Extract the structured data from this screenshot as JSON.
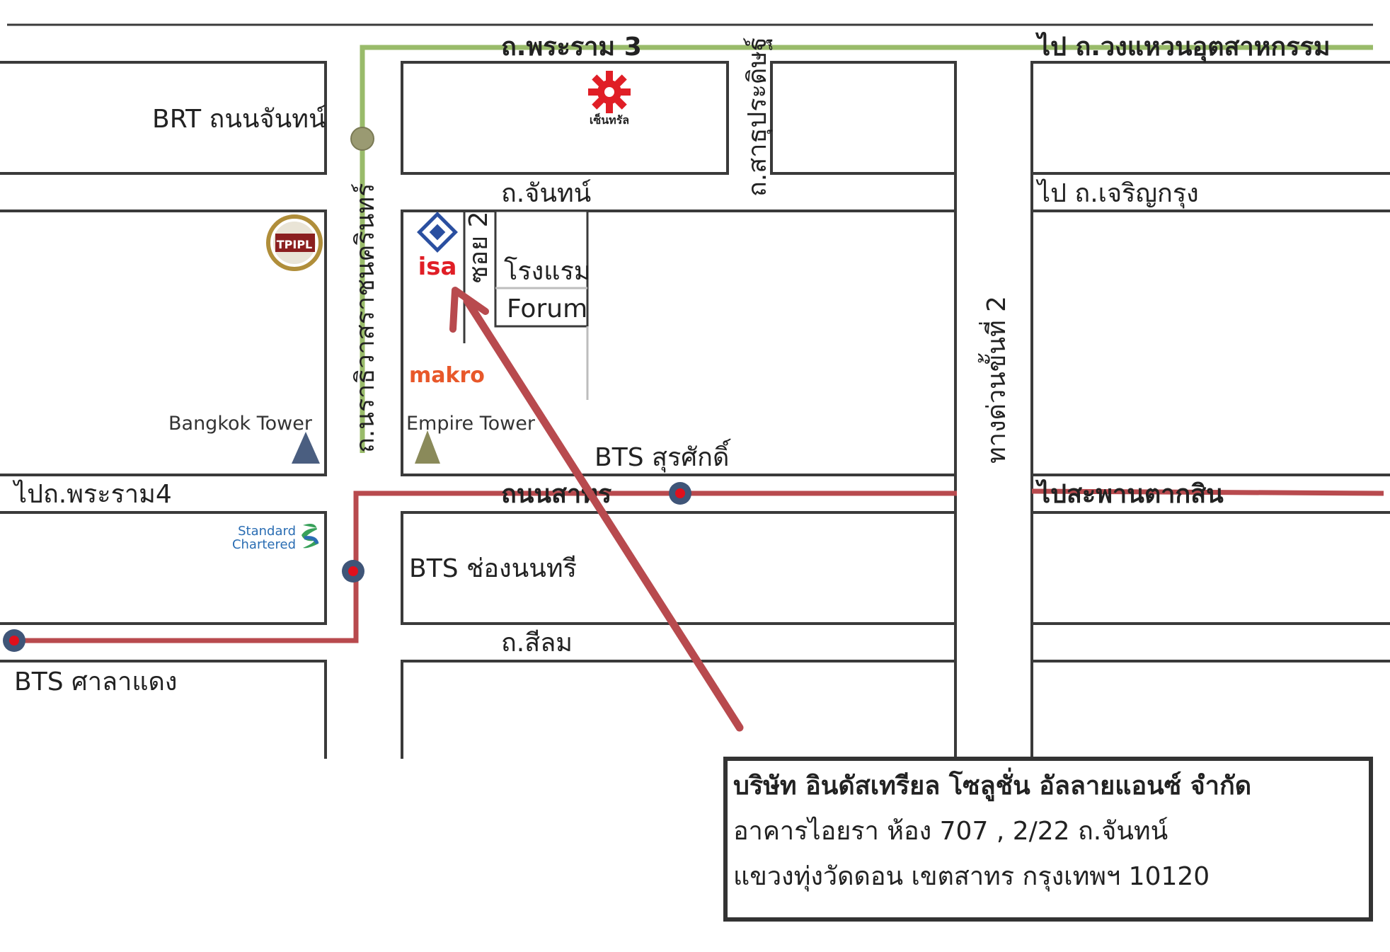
{
  "roads": {
    "rama3": "ถ.พระราม 3",
    "to_ring_industry": "ไป ถ.วงแหวนอุตสาหกรรม",
    "chan": "ถ.จันทน์",
    "to_charoenkrung": "ไป ถ.เจริญกรุง",
    "sathu_pradit": "ถ.สาธุประดิษฐ์",
    "narathiwat": "ถ.นราธิวาสราชนครินทร์",
    "soi2": "ซอย 2",
    "expressway2": "ทางด่วนขั้นที่ 2",
    "to_rama4": "ไปถ.พระราม4",
    "sathorn": "ถนนสาทร",
    "to_taksin_bridge": "ไปสะพานตากสิน",
    "silom": "ถ.สีลม"
  },
  "stations": {
    "brt_chan": "BRT ถนนจันทน์",
    "bts_surasak": "BTS สุรศักดิ์",
    "bts_chong_nonsi": "BTS ช่องนนทรี",
    "bts_sala_daeng": "BTS ศาลาแดง"
  },
  "landmarks": {
    "central_logo_text": "เซ็นทรัล",
    "tpipl_logo": "TPIPL",
    "isa_logo": "isa",
    "makro": "makro",
    "hotel": "โรงแรม",
    "forum": "Forum",
    "bangkok_tower": "Bangkok Tower",
    "empire_tower": "Empire Tower",
    "standard_chartered_1": "Standard",
    "standard_chartered_2": "Chartered"
  },
  "address": {
    "company": "บริษัท อินดัสเทรียล โซลูชั่น อัลลายแอนซ์ จำกัด",
    "line1": "อาคารไอยรา  ห้อง 707 ,  2/22  ถ.จันทน์",
    "line2": "แขวงทุ่งวัดดอน  เขตสาทร กรุงเทพฯ 10120"
  },
  "colors": {
    "green_line": "#99bb6a",
    "red_line": "#b84a4e",
    "station_dot_outer": "#3f5578",
    "station_dot_inner": "#e0101c",
    "brt_dot": "#9a9a72",
    "bangkok_tower_icon": "#4a5e80",
    "empire_tower_icon": "#8a8a5a",
    "makro": "#e8582a",
    "central": "#e01e26",
    "isa_red": "#e01e26",
    "isa_blue": "#2a4fa0"
  }
}
